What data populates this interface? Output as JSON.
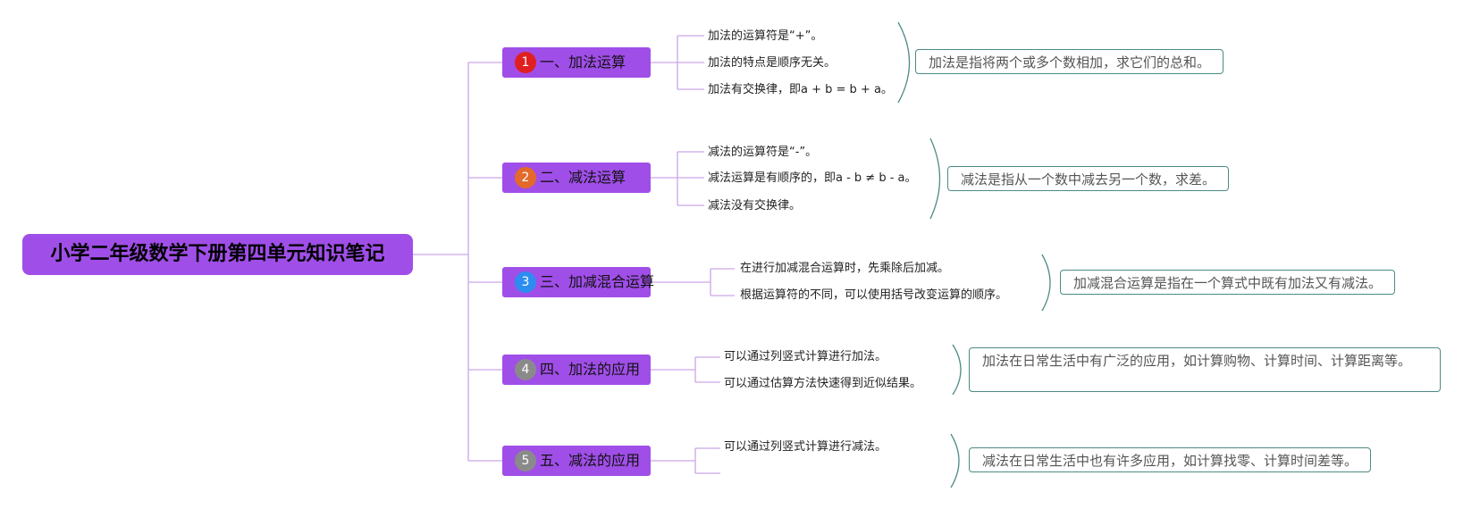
{
  "root": {
    "title": "小学二年级数学下册第四单元知识笔记"
  },
  "colors": {
    "branch_bg": "#a04ee8",
    "num_colors": [
      "#e02020",
      "#e36a2a",
      "#2d8cf0",
      "#8a8a8a",
      "#8a8a8a"
    ]
  },
  "branches": [
    {
      "num": "1",
      "label": "一、加法运算",
      "leaves": [
        "加法的运算符是“+”。",
        "加法的特点是顺序无关。",
        "加法有交换律，即a + b = b + a。"
      ],
      "summary": "加法是指将两个或多个数相加，求它们的总和。"
    },
    {
      "num": "2",
      "label": "二、减法运算",
      "leaves": [
        "减法的运算符是“-”。",
        "减法运算是有顺序的，即a - b ≠ b - a。",
        "减法没有交换律。"
      ],
      "summary": "减法是指从一个数中减去另一个数，求差。"
    },
    {
      "num": "3",
      "label": "三、加减混合运算",
      "leaves": [
        "在进行加减混合运算时，先乘除后加减。",
        "根据运算符的不同，可以使用括号改变运算的顺序。"
      ],
      "summary": "加减混合运算是指在一个算式中既有加法又有减法。"
    },
    {
      "num": "4",
      "label": "四、加法的应用",
      "leaves": [
        "可以通过列竖式计算进行加法。",
        "可以通过估算方法快速得到近似结果。"
      ],
      "summary": "加法在日常生活中有广泛的应用，如计算购物、计算时间、计算距离等。"
    },
    {
      "num": "5",
      "label": "五、减法的应用",
      "leaves": [
        "可以通过列竖式计算进行减法。",
        ""
      ],
      "summary": "减法在日常生活中也有许多应用，如计算找零、计算时间差等。"
    }
  ]
}
